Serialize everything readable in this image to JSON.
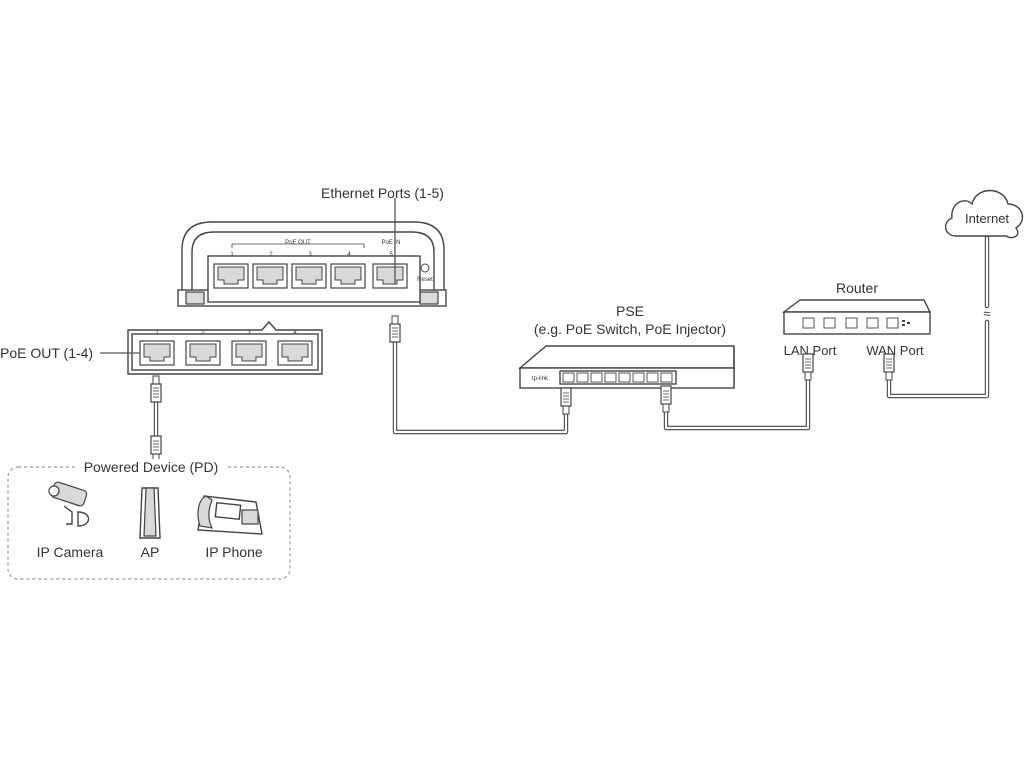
{
  "labels": {
    "ethernet_ports": "Ethernet Ports (1-5)",
    "poe_out_callout": "PoE OUT (1-4)",
    "pse_title": "PSE",
    "pse_subtitle": "(e.g. PoE Switch, PoE Injector)",
    "router": "Router",
    "lan_port": "LAN Port",
    "wan_port": "WAN Port",
    "internet": "Internet",
    "pd_group": "Powered Device (PD)",
    "ip_camera": "IP Camera",
    "ap": "AP",
    "ip_phone": "IP Phone"
  },
  "switch_top": {
    "poe_out_label": "PoE OUT",
    "poe_in_label": "PoE IN",
    "reset_label": "Reset",
    "port_numbers": [
      "1",
      "2",
      "3",
      "4",
      "5"
    ]
  },
  "switch_side": {
    "port_numbers": [
      "1",
      "2",
      "3",
      "4"
    ]
  },
  "pse_brand": "tp-link",
  "internet_link_symbol": "≈",
  "colors": {
    "line": "#444444",
    "text": "#333333",
    "dashed_border": "#9a9a9a"
  },
  "icons": [
    "cloud-icon",
    "camera-icon",
    "access-point-icon",
    "phone-icon",
    "rj45-plug-icon"
  ]
}
